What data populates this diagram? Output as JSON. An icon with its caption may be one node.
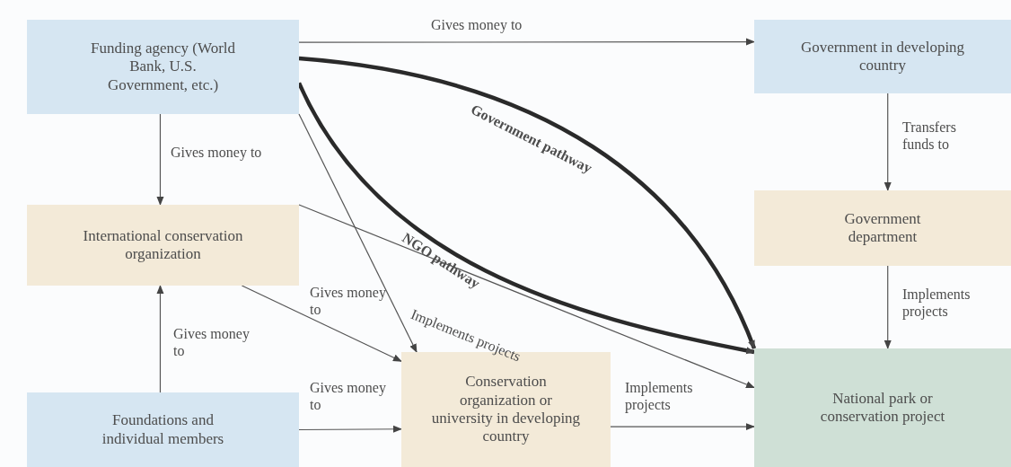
{
  "diagram": {
    "nodes": [
      {
        "text": [
          "Funding agency (World Bank, U.S. Government, etc.)"
        ]
      },
      {
        "text": [
          "Government in developing country"
        ]
      },
      {
        "text": [
          "International conservation organization"
        ]
      },
      {
        "text": [
          "Government department"
        ]
      },
      {
        "text": [
          "Foundations and individual members"
        ]
      },
      {
        "text": [
          "Conservation organization or university in developing country"
        ]
      },
      {
        "text": [
          "National park or conservation project"
        ]
      }
    ],
    "edges": [
      {
        "from": 0,
        "to": 1,
        "arrow": "to",
        "label": "Gives money to"
      },
      {
        "from": 0,
        "to": 6,
        "arrow": "to",
        "label": "Government pathway",
        "style": "thick"
      },
      {
        "from": 0,
        "to": 6,
        "arrow": "to",
        "label": "NGO pathway",
        "style": "thick"
      },
      {
        "from": 0,
        "to": 2,
        "arrow": "to",
        "label": "Gives money to"
      },
      {
        "from": 0,
        "to": 5,
        "arrow": "to"
      },
      {
        "from": 1,
        "to": 3,
        "arrow": "to",
        "label": "Transfers funds to"
      },
      {
        "from": 2,
        "to": 6,
        "arrow": "to",
        "label": "Implements projects"
      },
      {
        "from": 2,
        "to": 5,
        "arrow": "to",
        "label": "Gives money to"
      },
      {
        "from": 3,
        "to": 6,
        "arrow": "to",
        "label": "Implements projects"
      },
      {
        "from": 4,
        "to": 2,
        "arrow": "to",
        "label": "Gives money to"
      },
      {
        "from": 4,
        "to": 5,
        "arrow": "to",
        "label": "Gives money to"
      },
      {
        "from": 5,
        "to": 6,
        "arrow": "to",
        "label": "Implements projects"
      }
    ]
  }
}
